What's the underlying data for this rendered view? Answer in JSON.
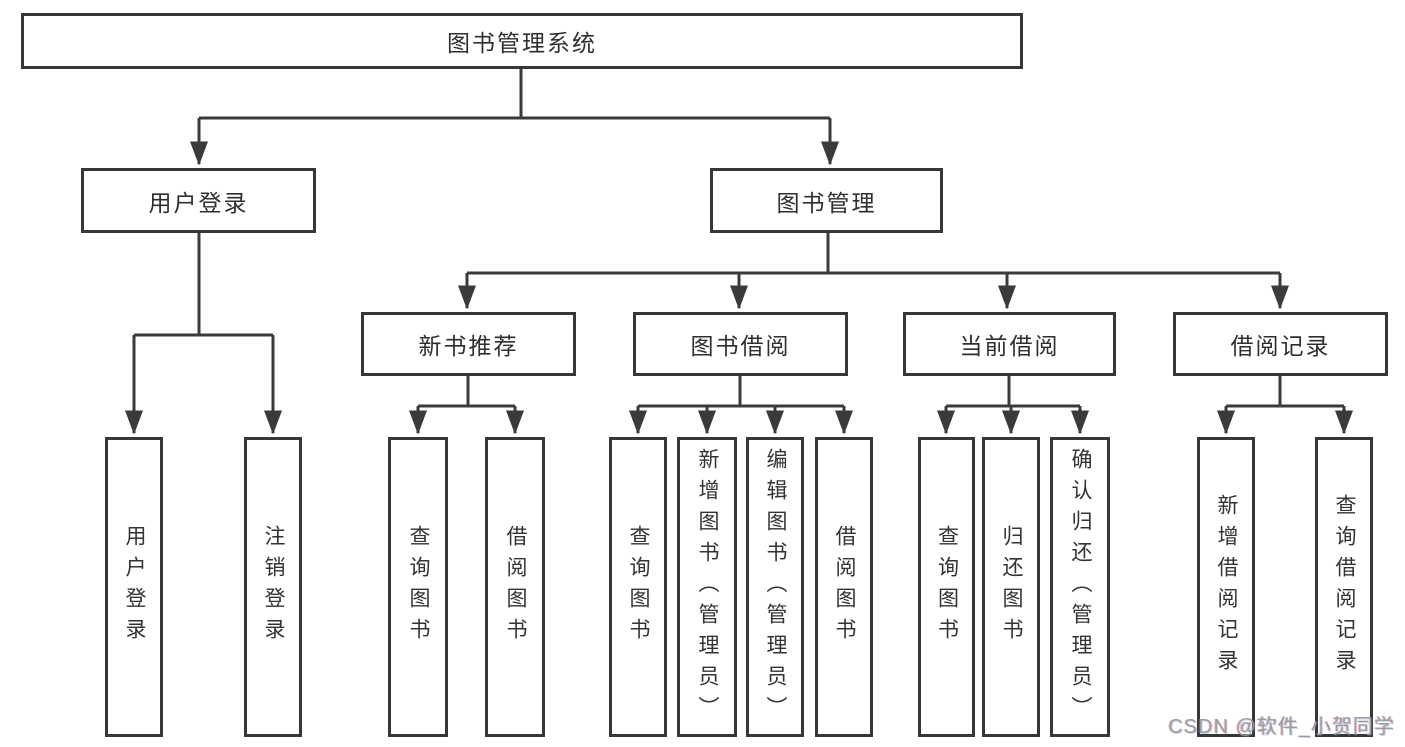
{
  "diagram": {
    "root": {
      "label": "图书管理系统",
      "children": [
        {
          "label": "用户登录",
          "children": [
            {
              "label": "用户登录"
            },
            {
              "label": "注销登录"
            }
          ]
        },
        {
          "label": "图书管理",
          "children": [
            {
              "label": "新书推荐",
              "children": [
                {
                  "label": "查询图书"
                },
                {
                  "label": "借阅图书"
                }
              ]
            },
            {
              "label": "图书借阅",
              "children": [
                {
                  "label": "查询图书"
                },
                {
                  "label": "新增图书（管理员）"
                },
                {
                  "label": "编辑图书（管理员）"
                },
                {
                  "label": "借阅图书"
                }
              ]
            },
            {
              "label": "当前借阅",
              "children": [
                {
                  "label": "查询图书"
                },
                {
                  "label": "归还图书"
                },
                {
                  "label": "确认归还（管理员）"
                }
              ]
            },
            {
              "label": "借阅记录",
              "children": [
                {
                  "label": "新增借阅记录"
                },
                {
                  "label": "查询借阅记录"
                }
              ]
            }
          ]
        }
      ]
    }
  },
  "watermark": {
    "text": "CSDN @软件_小贺同学"
  },
  "colors": {
    "line": "#3a3a3a",
    "box_border": "#373737",
    "text": "#2f2f2f",
    "watermark": "#9d9d9d",
    "background": "#ffffff"
  }
}
